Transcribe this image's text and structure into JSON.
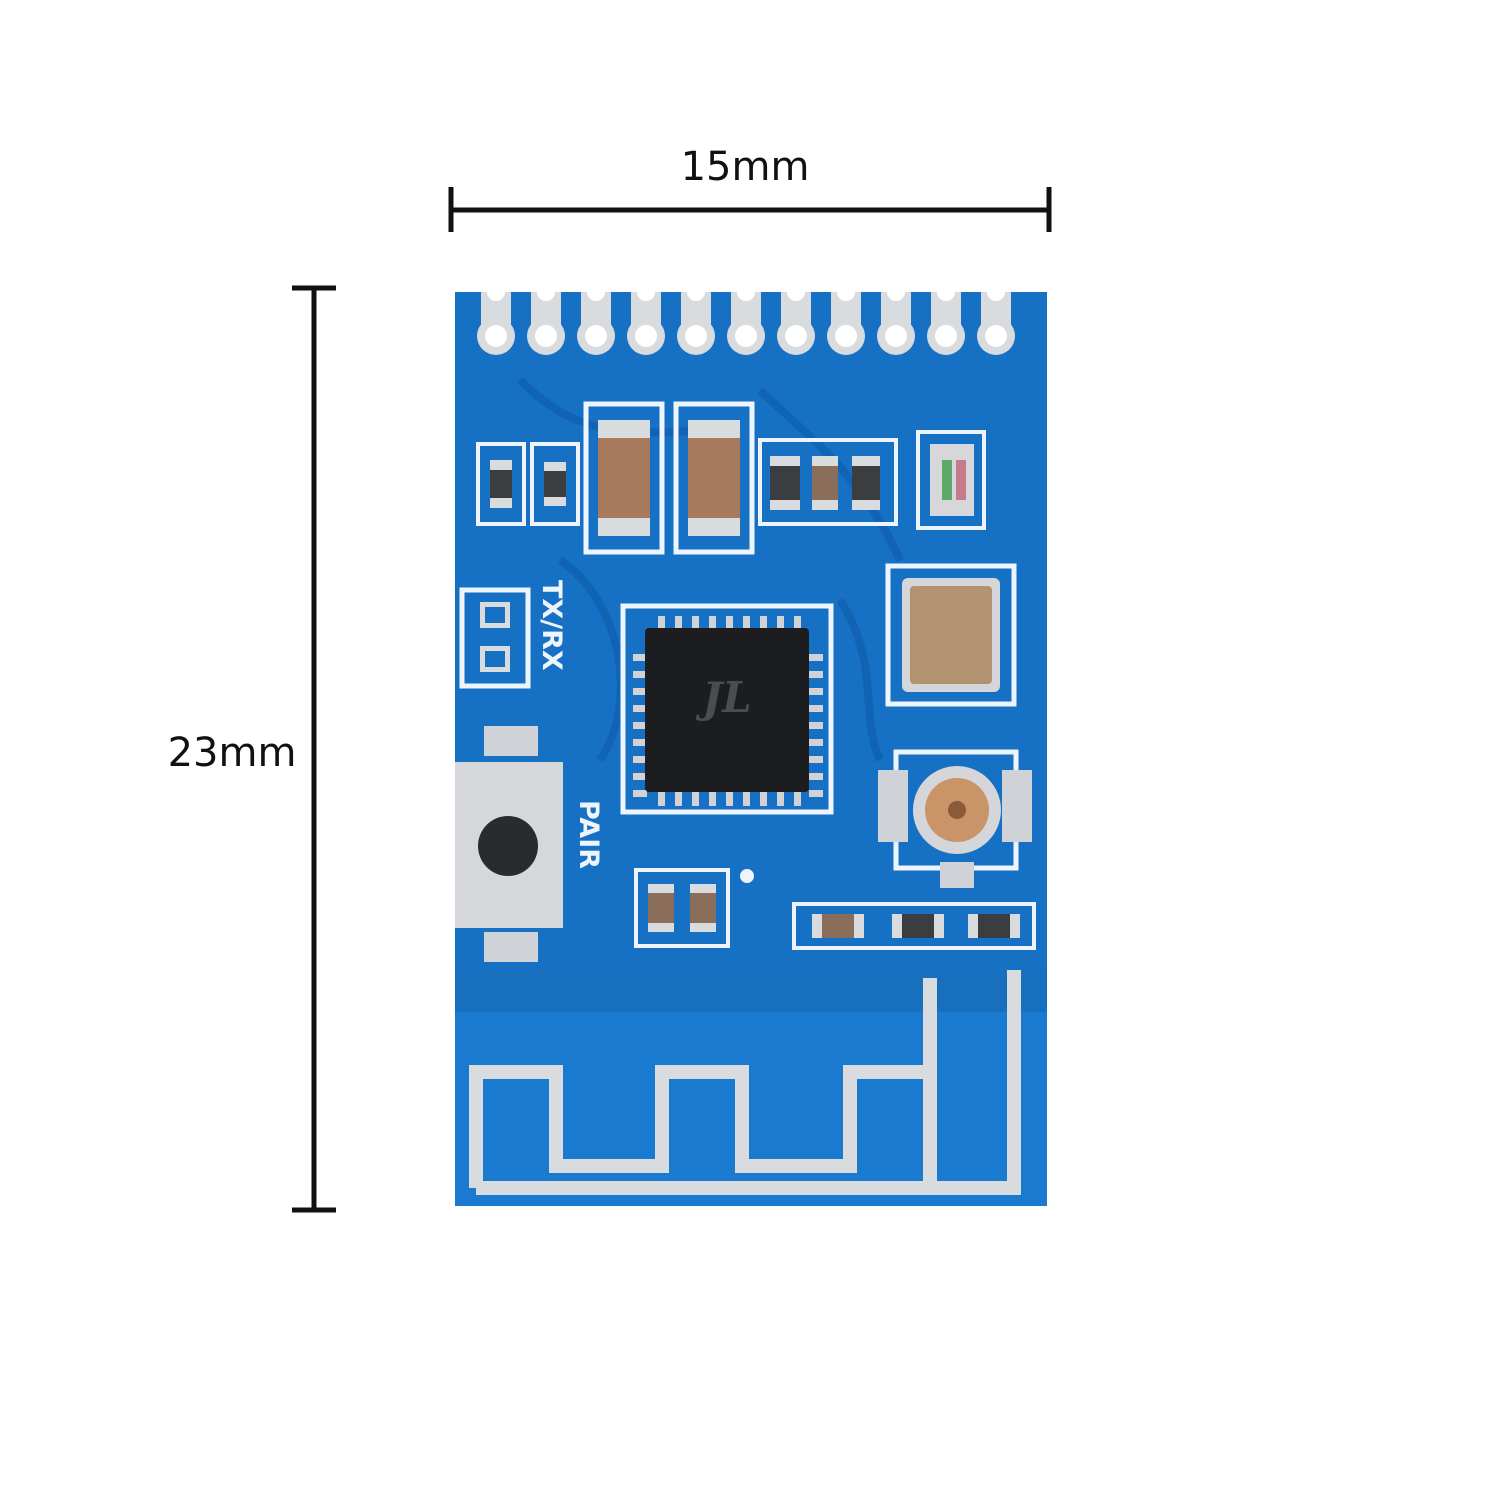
{
  "dimensions": {
    "width_label": "15mm",
    "height_label": "23mm"
  },
  "board": {
    "silkscreen_txrx": "TX/RX",
    "silkscreen_pair": "PAIR",
    "chip_logo": "JL",
    "pin_count": 11,
    "chip_pins_per_side": 9
  },
  "colors": {
    "board": "#1670c4",
    "board_dark": "#0f5aa6",
    "silkscreen": "#eef4fb",
    "chip": "#1c1d20",
    "pad": "#d9dcdf",
    "capacitor": "#a87a5c",
    "crystal": "#b39272",
    "dimension_line": "#111111"
  }
}
